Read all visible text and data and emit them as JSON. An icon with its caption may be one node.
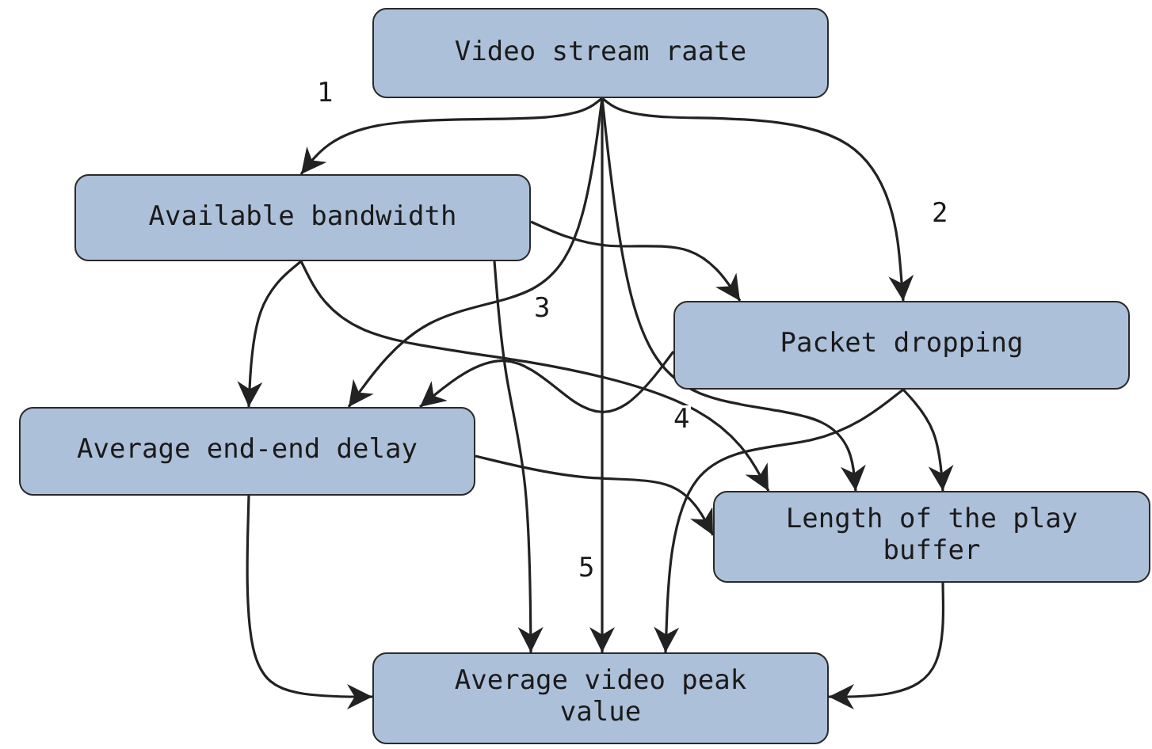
{
  "diagram": {
    "nodes": [
      {
        "text": [
          "Video stream raate"
        ]
      },
      {
        "text": [
          "Available bandwidth"
        ]
      },
      {
        "text": [
          "Packet dropping"
        ]
      },
      {
        "text": [
          "Average end-end delay"
        ]
      },
      {
        "text": [
          "Length of the play buffer"
        ]
      },
      {
        "text": [
          "Average video peak value"
        ]
      }
    ],
    "edges": [
      {
        "from": 0,
        "to": 1,
        "arrow": "to",
        "label": "1"
      },
      {
        "from": 0,
        "to": 2,
        "arrow": "to",
        "label": "2"
      },
      {
        "from": 0,
        "to": 3,
        "arrow": "to",
        "label": "3"
      },
      {
        "from": 0,
        "to": 5,
        "arrow": "to",
        "label": "5"
      },
      {
        "from": 0,
        "to": 4,
        "arrow": "to",
        "label": "4"
      },
      {
        "from": 1,
        "to": 2,
        "arrow": "to"
      },
      {
        "from": 1,
        "to": 3,
        "arrow": "to"
      },
      {
        "from": 1,
        "to": 4,
        "arrow": "to"
      },
      {
        "from": 1,
        "to": 5,
        "arrow": "to"
      },
      {
        "from": 2,
        "to": 3,
        "arrow": "to"
      },
      {
        "from": 2,
        "to": 4,
        "arrow": "to"
      },
      {
        "from": 2,
        "to": 5,
        "arrow": "to"
      },
      {
        "from": 3,
        "to": 4,
        "arrow": "to"
      },
      {
        "from": 3,
        "to": 5,
        "arrow": "to"
      },
      {
        "from": 4,
        "to": 5,
        "arrow": "to"
      }
    ]
  }
}
